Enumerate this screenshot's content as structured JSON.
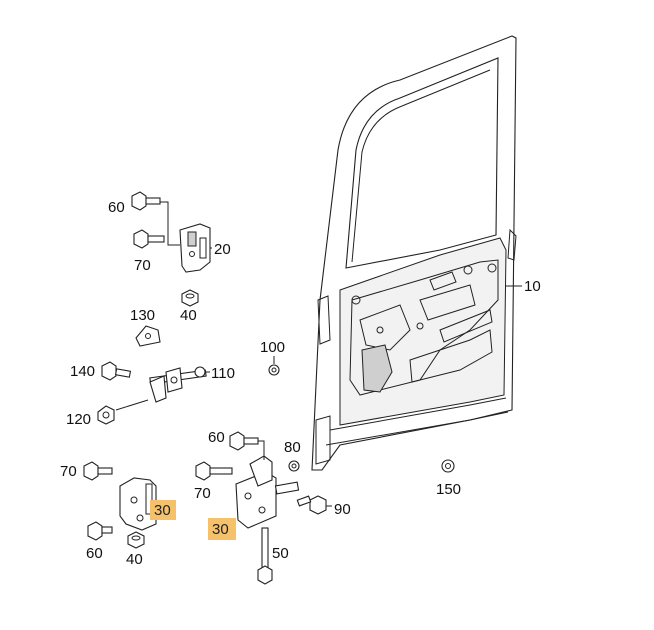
{
  "labels": {
    "door": "10",
    "hinge_upper": "20",
    "hinge_lower_left_highlight": "30",
    "hinge_lower_right_highlight": "30",
    "nut_40_top": "40",
    "nut_40_bottom": "40",
    "bolt_50": "50",
    "bolt_60_top": "60",
    "bolt_60_mid": "60",
    "bolt_60_bottom": "60",
    "bolt_70_top": "70",
    "bolt_70_left": "70",
    "bolt_70_mid": "70",
    "washer_80": "80",
    "bolt_90": "90",
    "clip_100": "100",
    "check_strap_110": "110",
    "nut_120": "120",
    "bracket_130": "130",
    "bolt_140": "140",
    "clip_150": "150"
  },
  "colors": {
    "highlight": "#f5c26b",
    "line": "#222222"
  }
}
